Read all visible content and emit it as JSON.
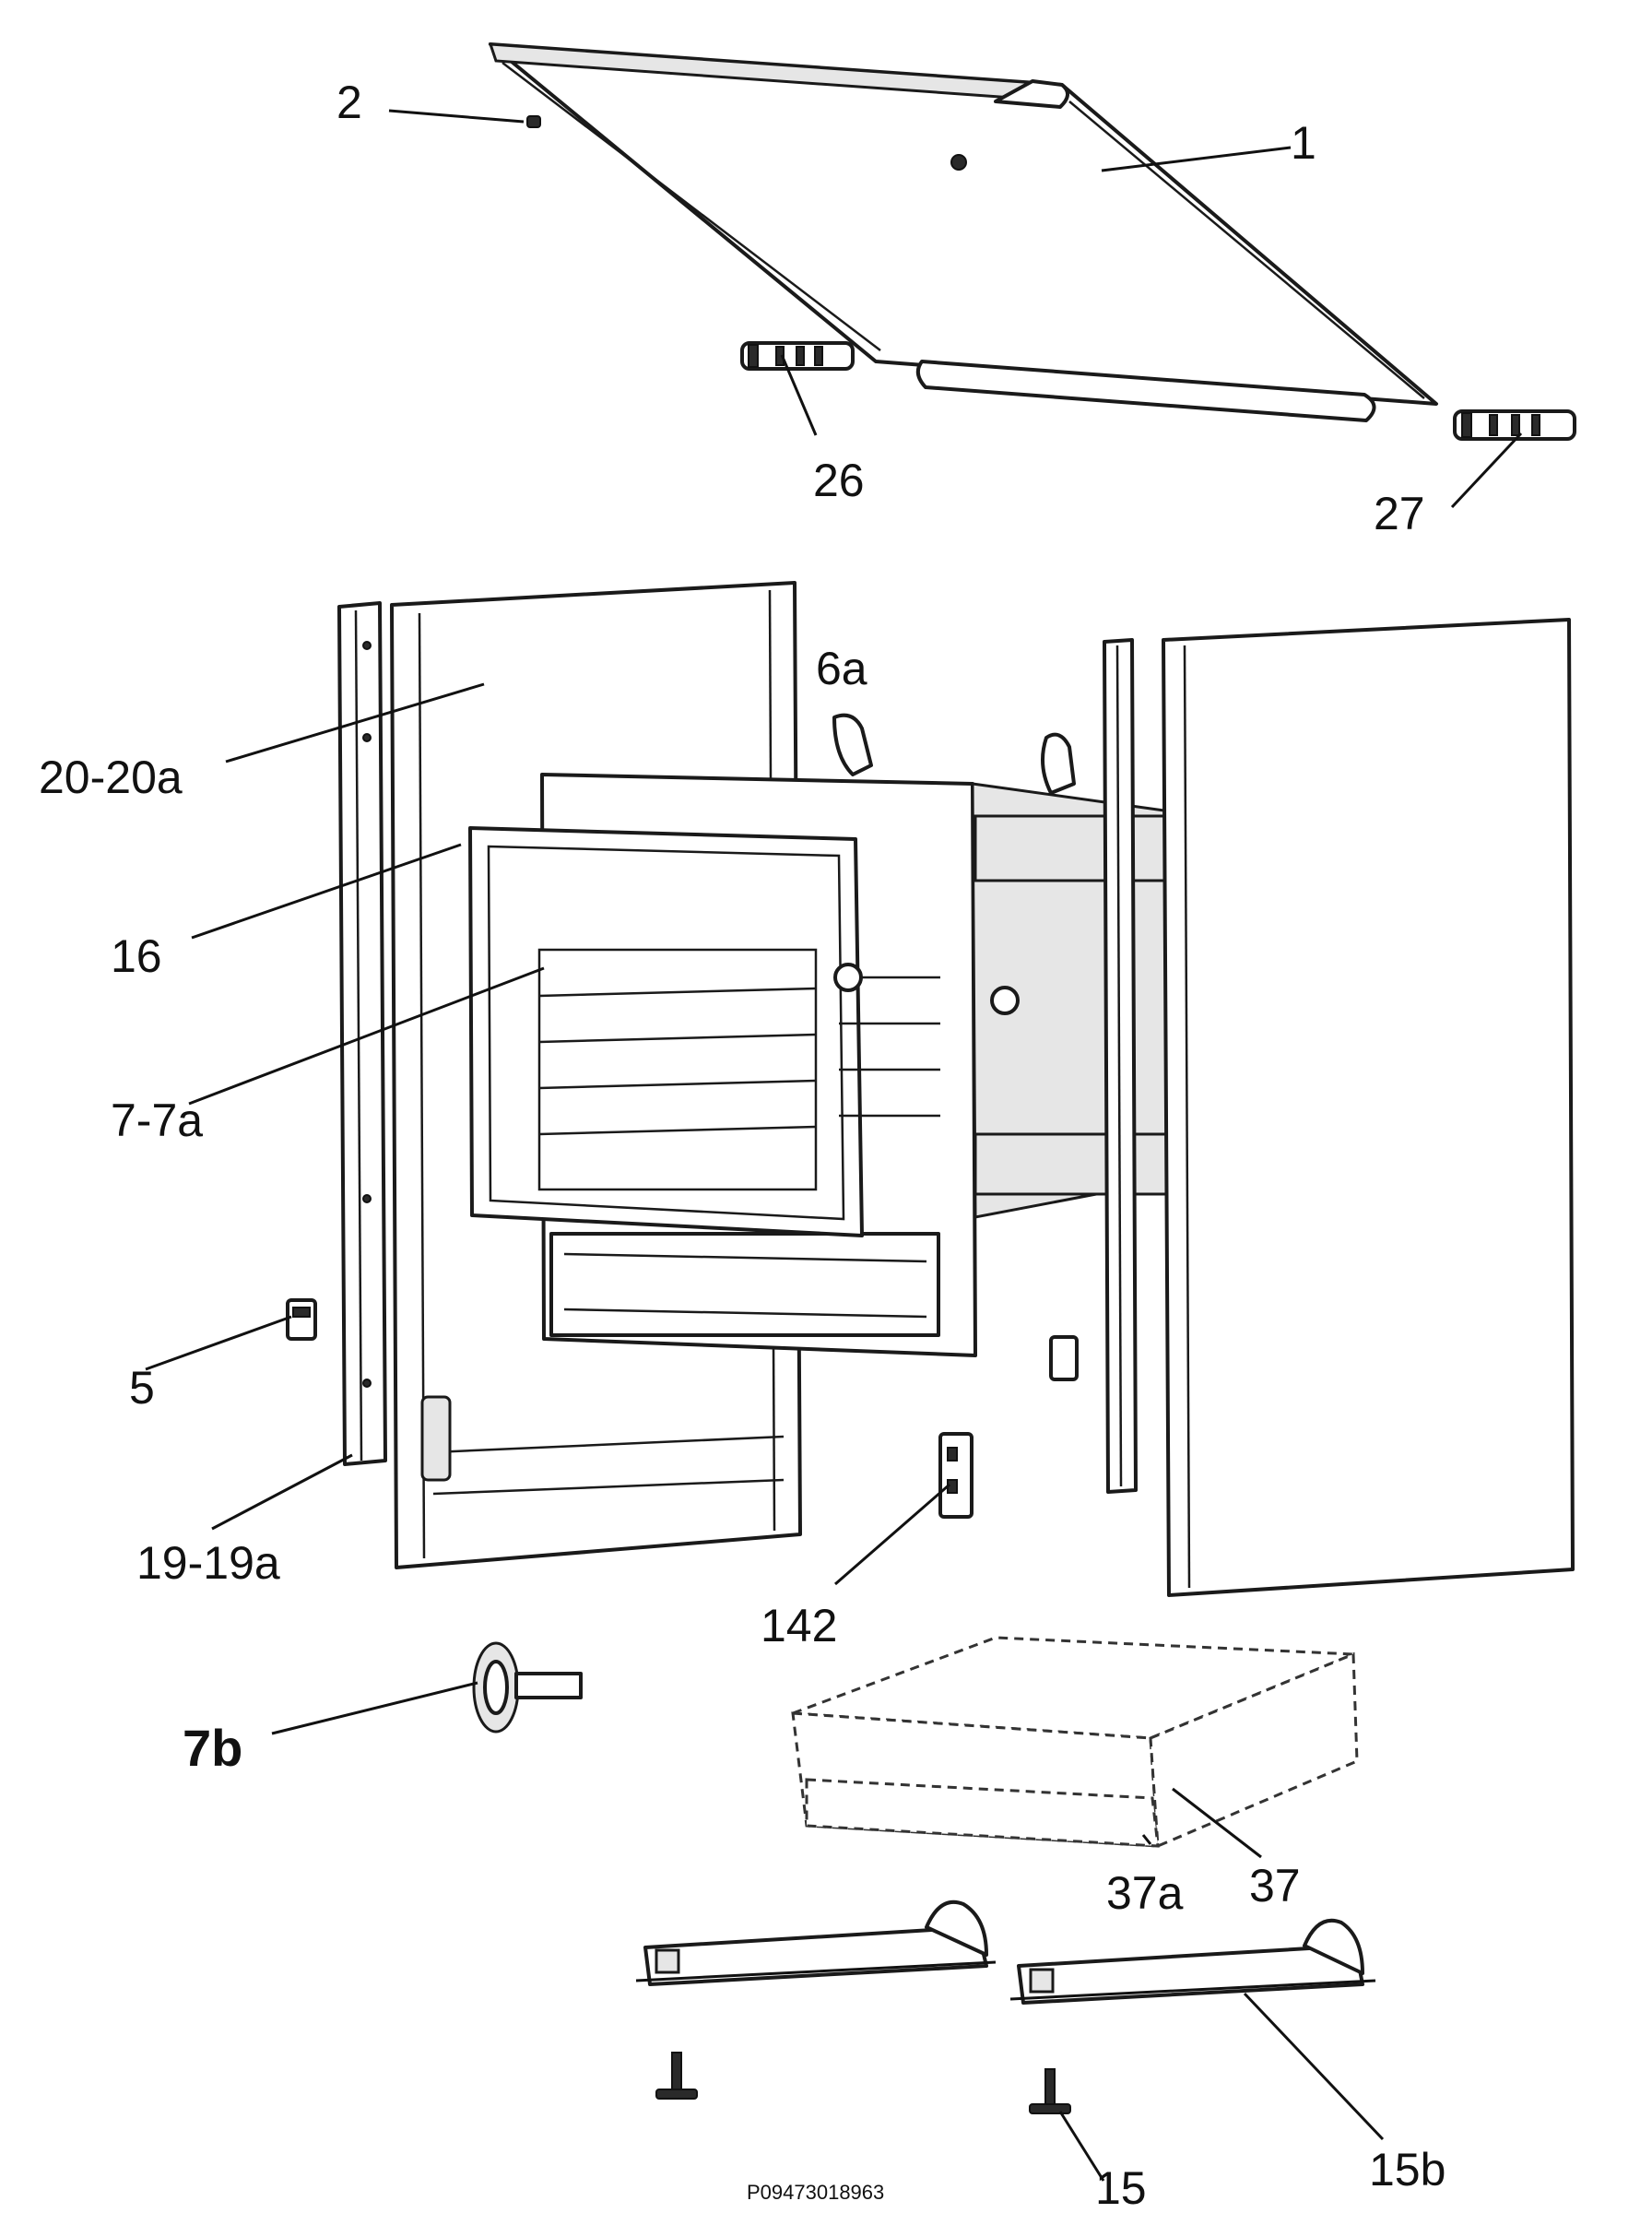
{
  "labels": {
    "l1": "1",
    "l2": "2",
    "l26": "26",
    "l27": "27",
    "l6a": "6a",
    "l20": "20-20a",
    "l16": "16",
    "l7": "7-7a",
    "l5": "5",
    "l19": "19-19a",
    "l142": "142",
    "l7b": "7b",
    "l37a": "37a",
    "l37": "37",
    "l15b": "15b",
    "l15": "15"
  },
  "drawing_code": "P09473018963"
}
